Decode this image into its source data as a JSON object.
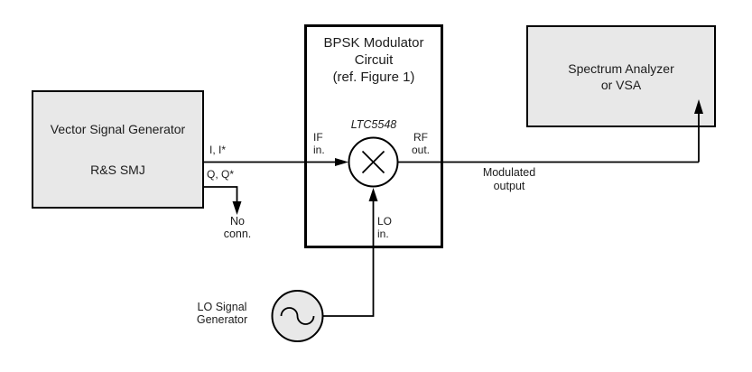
{
  "colors": {
    "background": "#ffffff",
    "box_fill": "#e8e8e8",
    "line_stroke": "#000000",
    "text": "#1c1c1c"
  },
  "blocks": {
    "vector_signal_generator": {
      "line1": "Vector Signal Generator",
      "line2": "R&S SMJ"
    },
    "bpsk_modulator": {
      "title": "BPSK Modulator\nCircuit\n(ref. Figure 1)",
      "mixer_part": "LTC5548"
    },
    "spectrum_analyzer": {
      "title": "Spectrum Analyzer\nor VSA"
    },
    "lo_generator": {
      "label": "LO Signal\nGenerator"
    }
  },
  "port_labels": {
    "if_in": "IF\nin.",
    "rf_out": "RF\nout.",
    "lo_in": "LO\nin."
  },
  "signal_labels": {
    "i": "I, I*",
    "q": "Q, Q*",
    "no_conn": "No\nconn.",
    "modulated_output": "Modulated\noutput"
  }
}
